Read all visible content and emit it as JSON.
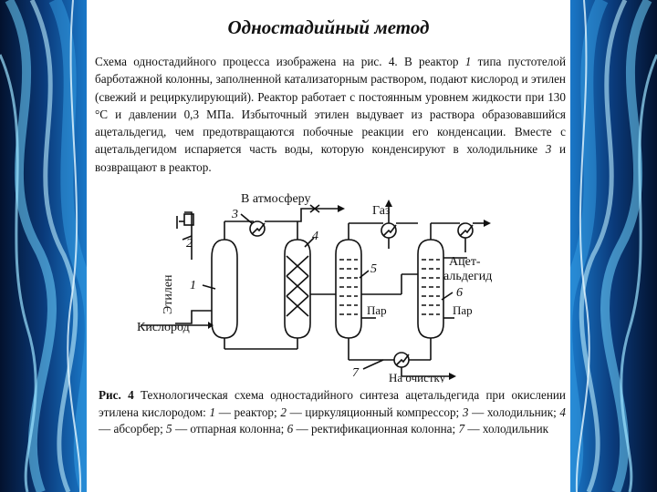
{
  "title": "Одностадийный метод",
  "paragraph": {
    "part1": "Схема одностадийного процесса изображена на рис. 4. В реактор ",
    "num1": "1",
    "part2": " типа пустотелой барботажной колонны, заполненной катализаторным раствором, подают кислород и этилен (свежий и рециркулирующий). Реактор работает с постоянным уровнем жидкости при 130 °С и давлении 0,3 МПа. Избыточный этилен выдувает из раствора образовавшийся ацетальдегид, чем предотвращаются побочные реакции его конденсации. Вместе с ацетальдегидом испаряется часть воды, которую конденсируют в холодильнике ",
    "num3": "3",
    "part3": " и возвращают в реактор."
  },
  "diagram": {
    "label_atmosphere": "В атмосферу",
    "label_gas": "Газ",
    "label_ethylene": "Этилен",
    "label_oxygen": "Кислород",
    "label_steam1": "Пар",
    "label_steam2": "Пар",
    "label_acet1": "Ацет-",
    "label_acet2": "альдегид",
    "label_cleanup": "На очистку",
    "n1": "1",
    "n2": "2",
    "n3": "3",
    "n4": "4",
    "n5": "5",
    "n6": "6",
    "n7": "7"
  },
  "caption": {
    "fig": "Рис. 4",
    "t1": " Технологическая схема одностадийного синтеза ацетальдегида при окислении этилена кислородом: ",
    "i1": "1",
    "t2": " — реактор; ",
    "i2": "2",
    "t3": " — циркуляционный компрессор; ",
    "i3": "3",
    "t4": " — холодильник; ",
    "i4": "4",
    "t5": " — абсорбер; ",
    "i5": "5",
    "t6": " — отпарная колонна; ",
    "i6": "6",
    "t7": " — ректификационная колонна; ",
    "i7": "7",
    "t8": " — холодильник"
  }
}
